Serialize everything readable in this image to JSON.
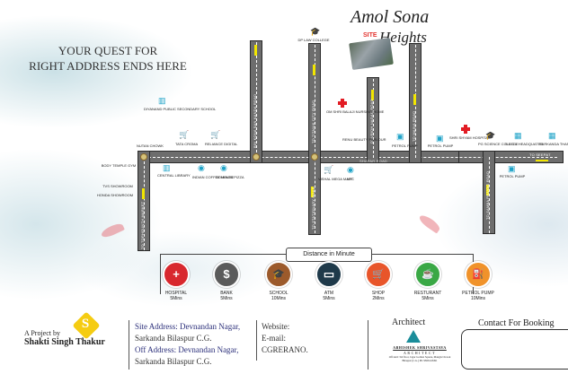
{
  "tagline": {
    "line1": "YOUR QUEST FOR",
    "line2": "RIGHT ADDRESS ENDS HERE"
  },
  "project": {
    "title_line1": "Amol Sona",
    "title_line2": "Heights",
    "site_label": "SITE"
  },
  "roads": {
    "main": "SHAPAR ROAD",
    "to_seepat": "TO SEEPAT",
    "v1": "TO TOPHGUNTH MARKET",
    "v2": "BIN KONA SAN KANDA ROAD",
    "v2b": "TO SARKANDA ROAD",
    "v3": "TO TITANIK CITY ROAD",
    "v3b": "TO STATIONARY ROAD",
    "v4": "DEVRIDH NAGAR ROAD",
    "v5": "TO MAINA ROAD",
    "v6": "TO SAMBA PRAYAG ROAD"
  },
  "pois": [
    {
      "name": "DIYANAND PUBLIC SECONDARY SCHOOL",
      "icon": "book-icon"
    },
    {
      "name": "TATA CROMA",
      "icon": "cart-icon"
    },
    {
      "name": "RELIANCE DIGITAL",
      "icon": "cart-icon"
    },
    {
      "name": "NUTAN CHOWK",
      "icon": "junction-icon"
    },
    {
      "name": "CENTRAL LIBRARY",
      "icon": "book-icon"
    },
    {
      "name": "INDIAN COFFEE HOUSE",
      "icon": "dining-icon"
    },
    {
      "name": "DOMINOS PIZZA",
      "icon": "dining-icon"
    },
    {
      "name": "BODY TEMPLE GYM",
      "icon": ""
    },
    {
      "name": "TVS SHOWROOM",
      "icon": ""
    },
    {
      "name": "HONDA SHOWROOM",
      "icon": ""
    },
    {
      "name": "DP LAW COLLEGE",
      "icon": "graduation-cap-icon"
    },
    {
      "name": "OM SHRI BALAJI NURSING HOME",
      "icon": "hospital-icon"
    },
    {
      "name": "RENU BEAUTY PARLOUR",
      "icon": ""
    },
    {
      "name": "VISHAL MEGA MART",
      "icon": "cart-icon"
    },
    {
      "name": "KFC",
      "icon": "dining-icon"
    },
    {
      "name": "PETROL PUMP",
      "icon": "fuel-icon"
    },
    {
      "name": "PETROL PUMP",
      "icon": "fuel-icon"
    },
    {
      "name": "SHRI SHYAM HOSPITAL",
      "icon": "hospital-icon"
    },
    {
      "name": "PG SCIENCE COLLEGE",
      "icon": "graduation-cap-icon"
    },
    {
      "name": "S.E.C.L HEADQUATER",
      "icon": "building-icon"
    },
    {
      "name": "SARKANDA THANA",
      "icon": "building-icon"
    },
    {
      "name": "PETROL PUMP",
      "icon": "fuel-icon"
    }
  ],
  "distance": {
    "title": "Distance  in  Minute",
    "items": [
      {
        "label": "HOSPITAL",
        "time": "5Mins",
        "color": "#d8282e",
        "glyph": "+"
      },
      {
        "label": "BANK",
        "time": "5Mins",
        "color": "#5b5b5b",
        "glyph": "$"
      },
      {
        "label": "SCHOOL",
        "time": "10Mins",
        "color": "#9c5a2b",
        "glyph": "🎓"
      },
      {
        "label": "ATM",
        "time": "5Mins",
        "color": "#1f3a4a",
        "glyph": "▭"
      },
      {
        "label": "SHOP",
        "time": "2Mins",
        "color": "#e8552a",
        "glyph": "🛒"
      },
      {
        "label": "RESTURANT",
        "time": "5Mins",
        "color": "#3aa845",
        "glyph": "☕"
      },
      {
        "label": "PETROL PUMP",
        "time": "10Mins",
        "color": "#f0922a",
        "glyph": "⛽"
      }
    ]
  },
  "footer": {
    "project_by": "A Project by",
    "developer": "Shakti Singh Thakur",
    "site_address_1": "Site Address: Devnandan Nagar,",
    "site_address_2": "Sarkanda Bilaspur C.G.",
    "off_address_1": "Off Address: Devnandan Nagar,",
    "off_address_2": "Sarkanda Bilaspur C.G.",
    "website": "Website:",
    "email": "E-mail:",
    "rera": "CGRERANO.",
    "architect_title": "Architect",
    "architect_name": "ABHISHEK SHRIVASTAVA",
    "architect_sub": "ARCHITECT",
    "architect_addr": "Off Add: 3rd floor, Jagar Golden Square, Mangla Chowk\nBilaspur (C.G.) Ph: 9826143491",
    "contact_title": "Contact For Booking"
  }
}
